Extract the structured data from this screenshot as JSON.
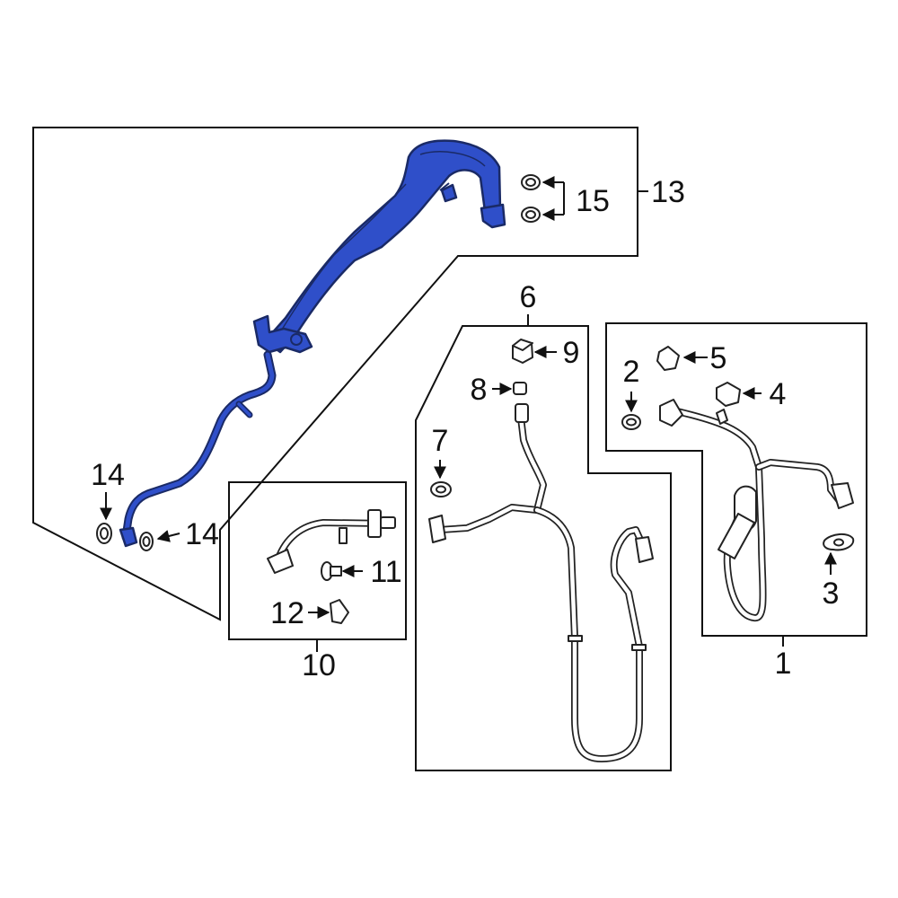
{
  "diagram": {
    "highlight_color": "#2f4fc9",
    "line_color": "#111111",
    "callouts": [
      {
        "id": "c1",
        "text": "1"
      },
      {
        "id": "c2",
        "text": "2"
      },
      {
        "id": "c3",
        "text": "3"
      },
      {
        "id": "c4",
        "text": "4"
      },
      {
        "id": "c5",
        "text": "5"
      },
      {
        "id": "c6",
        "text": "6"
      },
      {
        "id": "c7",
        "text": "7"
      },
      {
        "id": "c8",
        "text": "8"
      },
      {
        "id": "c9",
        "text": "9"
      },
      {
        "id": "c10",
        "text": "10"
      },
      {
        "id": "c11",
        "text": "11"
      },
      {
        "id": "c12",
        "text": "12"
      },
      {
        "id": "c13",
        "text": "13"
      },
      {
        "id": "c14a",
        "text": "14"
      },
      {
        "id": "c14b",
        "text": "14"
      },
      {
        "id": "c15",
        "text": "15"
      }
    ]
  }
}
